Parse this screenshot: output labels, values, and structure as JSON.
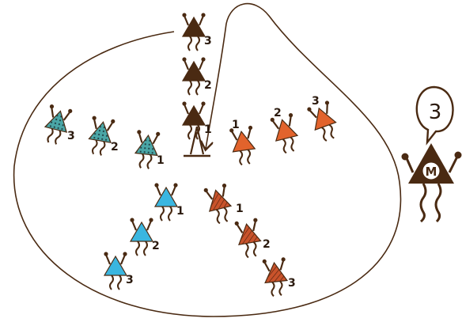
{
  "colors": {
    "ink": "#4a2a12",
    "dark": "#4a2a12",
    "orange": "#e2632c",
    "blue": "#3ab6e0",
    "teal": "#4aa6a6",
    "red_hatch": "#c9532b"
  },
  "center_marker": {
    "icon": "tripod-marker-icon"
  },
  "figures": [
    {
      "group": "dark",
      "style": "solid",
      "label": "1"
    },
    {
      "group": "dark",
      "style": "solid",
      "label": "2"
    },
    {
      "group": "dark",
      "style": "solid",
      "label": "3"
    },
    {
      "group": "orange",
      "style": "solid",
      "label": "1"
    },
    {
      "group": "orange",
      "style": "solid",
      "label": "2"
    },
    {
      "group": "orange",
      "style": "solid",
      "label": "3"
    },
    {
      "group": "teal",
      "style": "dotted",
      "label": "1"
    },
    {
      "group": "teal",
      "style": "dotted",
      "label": "2"
    },
    {
      "group": "teal",
      "style": "dotted",
      "label": "3"
    },
    {
      "group": "blue",
      "style": "solid",
      "label": "1"
    },
    {
      "group": "blue",
      "style": "solid",
      "label": "2"
    },
    {
      "group": "blue",
      "style": "solid",
      "label": "3"
    },
    {
      "group": "red",
      "style": "hatch",
      "label": "1"
    },
    {
      "group": "red",
      "style": "hatch",
      "label": "2"
    },
    {
      "group": "red",
      "style": "hatch",
      "label": "3"
    }
  ],
  "speaker": {
    "letter": "M",
    "speech_value": "3",
    "icon": "speaker-figure-icon"
  }
}
